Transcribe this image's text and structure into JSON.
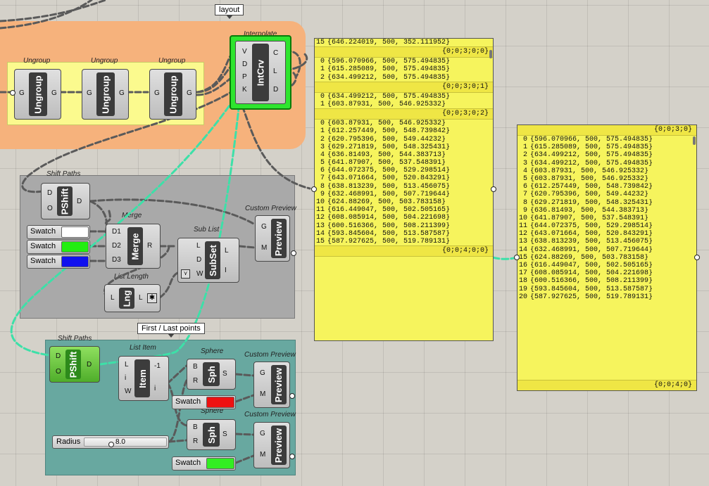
{
  "callouts": {
    "layout": "layout",
    "first_last": "First / Last points"
  },
  "groups": {
    "interpolate": "Interpolate",
    "ungroup_1": "Ungroup",
    "ungroup_2": "Ungroup",
    "ungroup_3": "Ungroup",
    "shift_paths_1": "Shift Paths",
    "merge": "Merge",
    "sub_list": "Sub List",
    "list_length": "List Length",
    "custom_preview_1": "Custom Preview",
    "shift_paths_2": "Shift Paths",
    "list_item": "List Item",
    "sphere_1": "Sphere",
    "custom_preview_2": "Custom Preview",
    "sphere_2": "Sphere",
    "custom_preview_3": "Custom Preview"
  },
  "comps": {
    "ungroup": {
      "name": "Ungroup",
      "in": "G",
      "out": "G"
    },
    "intcrv": {
      "name": "IntCrv",
      "in": [
        "V",
        "D",
        "P",
        "K"
      ],
      "out": [
        "C",
        "L",
        "D"
      ]
    },
    "pshift": {
      "name": "PShift",
      "in": [
        "D",
        "O"
      ],
      "out": "D"
    },
    "merge": {
      "name": "Merge",
      "in": [
        "D1",
        "D2",
        "D3"
      ],
      "out": "R"
    },
    "subset": {
      "name": "SubSet",
      "in": [
        "L",
        "D",
        "W"
      ],
      "out": [
        "L",
        "I"
      ]
    },
    "lng": {
      "name": "Lng",
      "in": "L",
      "out": "L"
    },
    "preview": {
      "name": "Preview",
      "in": [
        "G",
        "M"
      ]
    },
    "item": {
      "name": "Item",
      "in": [
        "L",
        "i",
        "W"
      ],
      "out": [
        "-1",
        "i"
      ]
    },
    "sph": {
      "name": "Sph",
      "in": [
        "B",
        "R"
      ],
      "out": "S"
    }
  },
  "swatch_label": "Swatch",
  "colors": {
    "white": "#ffffff",
    "green": "#22ee11",
    "blue": "#1111ee",
    "red": "#ee1111",
    "green2": "#33ee22"
  },
  "slider": {
    "label": "Radius",
    "value": "8.0"
  },
  "panel1": {
    "top_row": {
      "idx": "15",
      "val": "{646.224019, 500, 352.111952}"
    },
    "blocks": [
      {
        "path": "{0;0;3;0;0}",
        "rows": [
          {
            "idx": "0",
            "val": "{596.070966, 500, 575.494835}"
          },
          {
            "idx": "1",
            "val": "{615.285089, 500, 575.494835}"
          },
          {
            "idx": "2",
            "val": "{634.499212, 500, 575.494835}"
          }
        ]
      },
      {
        "path": "{0;0;3;0;1}",
        "rows": [
          {
            "idx": "0",
            "val": "{634.499212, 500, 575.494835}"
          },
          {
            "idx": "1",
            "val": "{603.87931, 500, 546.925332}"
          }
        ]
      },
      {
        "path": "{0;0;3;0;2}",
        "rows": [
          {
            "idx": "0",
            "val": "{603.87931, 500, 546.925332}"
          },
          {
            "idx": "1",
            "val": "{612.257449, 500, 548.739842}"
          },
          {
            "idx": "2",
            "val": "{620.795396, 500, 549.44232}"
          },
          {
            "idx": "3",
            "val": "{629.271819, 500, 548.325431}"
          },
          {
            "idx": "4",
            "val": "{636.81493, 500, 544.383713}"
          },
          {
            "idx": "5",
            "val": "{641.87907, 500, 537.548391}"
          },
          {
            "idx": "6",
            "val": "{644.072375, 500, 529.298514}"
          },
          {
            "idx": "7",
            "val": "{643.071664, 500, 520.843291}"
          },
          {
            "idx": "8",
            "val": "{638.813239, 500, 513.456075}"
          },
          {
            "idx": "9",
            "val": "{632.468991, 500, 507.719644}"
          },
          {
            "idx": "10",
            "val": "{624.88269, 500, 503.783158}"
          },
          {
            "idx": "11",
            "val": "{616.449047, 500, 502.505165}"
          },
          {
            "idx": "12",
            "val": "{608.085914, 500, 504.221698}"
          },
          {
            "idx": "13",
            "val": "{600.516366, 500, 508.211399}"
          },
          {
            "idx": "14",
            "val": "{593.845604, 500, 513.587587}"
          },
          {
            "idx": "15",
            "val": "{587.927625, 500, 519.789131}"
          }
        ]
      },
      {
        "path": "{0;0;4;0;0}",
        "rows": []
      }
    ]
  },
  "panel2": {
    "head_path": "{0;0;3;0}",
    "rows": [
      {
        "idx": "0",
        "val": "{596.070966, 500, 575.494835}"
      },
      {
        "idx": "1",
        "val": "{615.285089, 500, 575.494835}"
      },
      {
        "idx": "2",
        "val": "{634.499212, 500, 575.494835}"
      },
      {
        "idx": "3",
        "val": "{634.499212, 500, 575.494835}"
      },
      {
        "idx": "4",
        "val": "{603.87931, 500, 546.925332}"
      },
      {
        "idx": "5",
        "val": "{603.87931, 500, 546.925332}"
      },
      {
        "idx": "6",
        "val": "{612.257449, 500, 548.739842}"
      },
      {
        "idx": "7",
        "val": "{620.795396, 500, 549.44232}"
      },
      {
        "idx": "8",
        "val": "{629.271819, 500, 548.325431}"
      },
      {
        "idx": "9",
        "val": "{636.81493, 500, 544.383713}"
      },
      {
        "idx": "10",
        "val": "{641.87907, 500, 537.548391}"
      },
      {
        "idx": "11",
        "val": "{644.072375, 500, 529.298514}"
      },
      {
        "idx": "12",
        "val": "{643.071664, 500, 520.843291}"
      },
      {
        "idx": "13",
        "val": "{638.813239, 500, 513.456075}"
      },
      {
        "idx": "14",
        "val": "{632.468991, 500, 507.719644}"
      },
      {
        "idx": "15",
        "val": "{624.88269, 500, 503.783158}"
      },
      {
        "idx": "16",
        "val": "{616.449047, 500, 502.505165}"
      },
      {
        "idx": "17",
        "val": "{608.085914, 500, 504.221698}"
      },
      {
        "idx": "18",
        "val": "{600.516366, 500, 508.211399}"
      },
      {
        "idx": "19",
        "val": "{593.845604, 500, 513.587587}"
      },
      {
        "idx": "20",
        "val": "{587.927625, 500, 519.789131}"
      }
    ],
    "foot_path": "{0;0;4;0}"
  }
}
